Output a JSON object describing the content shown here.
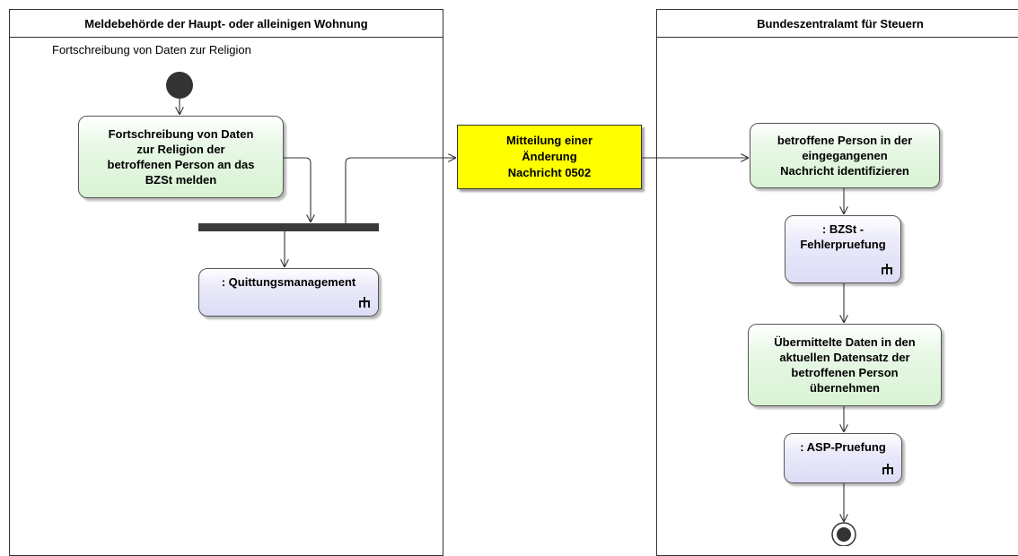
{
  "lanes": [
    {
      "title": "Meldebehörde der Haupt- oder alleinigen Wohnung"
    },
    {
      "title": "Bundeszentralamt für Steuern"
    }
  ],
  "activity_title": "Fortschreibung von Daten zur Religion",
  "nodes": {
    "report_action": "Fortschreibung von Daten\nzur Religion der\nbetroffenen Person an das\nBZSt melden",
    "receipt_call": ": Quittungsmanagement",
    "message": "Mitteilung einer\nÄnderung\nNachricht 0502",
    "identify_action": "betroffene Person in der\neingegangenen\nNachricht identifizieren",
    "error_check_call": ": BZSt -\nFehlerpruefung",
    "adopt_action": "Übermittelte Daten in den\naktuellen Datensatz der\nbetroffenen Person\nübernehmen",
    "asp_check_call": ": ASP-Pruefung"
  },
  "icons": {
    "call_behavior": "rake-icon",
    "initial": "initial-node-icon",
    "final": "final-node-icon"
  },
  "colors": {
    "action_fill": "#d8f3d3",
    "call_fill": "#dcdcf6",
    "message_fill": "#ffff00",
    "line": "#333333",
    "fork_bar": "#3a3a3a"
  }
}
